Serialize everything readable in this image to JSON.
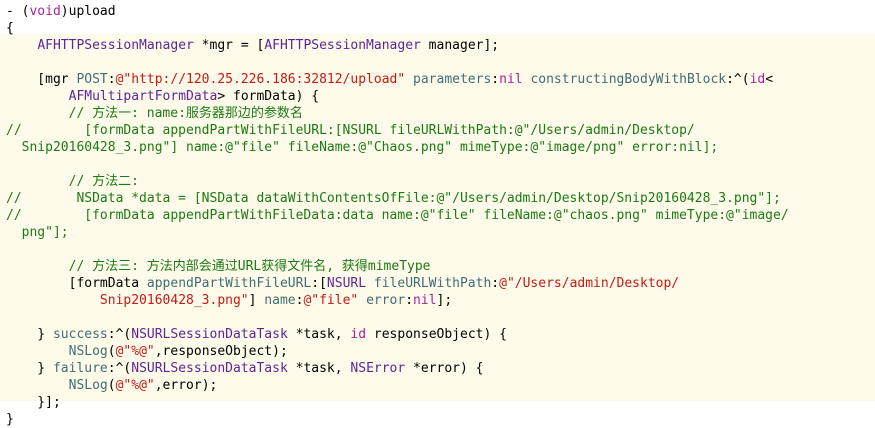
{
  "editor": {
    "lines": [
      [
        {
          "t": "- (",
          "c": "tx"
        },
        {
          "t": "void",
          "c": "kw"
        },
        {
          "t": ")upload",
          "c": "tx"
        }
      ],
      [
        {
          "t": "{",
          "c": "tx"
        }
      ],
      [
        {
          "t": "    ",
          "c": "tx"
        },
        {
          "t": "AFHTTPSessionManager",
          "c": "cls"
        },
        {
          "t": " *mgr = [",
          "c": "tx"
        },
        {
          "t": "AFHTTPSessionManager",
          "c": "cls"
        },
        {
          "t": " manager];",
          "c": "tx"
        }
      ],
      [],
      [
        {
          "t": "    [mgr ",
          "c": "tx"
        },
        {
          "t": "POST",
          "c": "fn"
        },
        {
          "t": ":",
          "c": "tx"
        },
        {
          "t": "@\"http://120.25.226.186:32812/upload\"",
          "c": "str"
        },
        {
          "t": " ",
          "c": "tx"
        },
        {
          "t": "parameters",
          "c": "fn"
        },
        {
          "t": ":",
          "c": "tx"
        },
        {
          "t": "nil",
          "c": "kw"
        },
        {
          "t": " ",
          "c": "tx"
        },
        {
          "t": "constructingBodyWithBlock",
          "c": "fn"
        },
        {
          "t": ":^(",
          "c": "tx"
        },
        {
          "t": "id",
          "c": "kw"
        },
        {
          "t": "<",
          "c": "tx"
        }
      ],
      [
        {
          "t": "        ",
          "c": "tx"
        },
        {
          "t": "AFMultipartFormData",
          "c": "cls"
        },
        {
          "t": "> formData) {",
          "c": "tx"
        }
      ],
      [
        {
          "t": "        ",
          "c": "tx"
        },
        {
          "t": "// 方法一: name:服务器那边的参数名",
          "c": "cmt"
        }
      ],
      [
        {
          "t": "//        [formData appendPartWithFileURL:[NSURL fileURLWithPath:@\"/Users/admin/Desktop/",
          "c": "cmt"
        }
      ],
      [
        {
          "t": "  Snip20160428_3.png\"] name:@\"file\" fileName:@\"Chaos.png\" mimeType:@\"image/png\" error:nil];",
          "c": "cmt"
        }
      ],
      [],
      [
        {
          "t": "        ",
          "c": "tx"
        },
        {
          "t": "// 方法二:",
          "c": "cmt"
        }
      ],
      [
        {
          "t": "//       NSData *data = [NSData dataWithContentsOfFile:@\"/Users/admin/Desktop/Snip20160428_3.png\"];",
          "c": "cmt"
        }
      ],
      [
        {
          "t": "//        [formData appendPartWithFileData:data name:@\"file\" fileName:@\"chaos.png\" mimeType:@\"image/",
          "c": "cmt"
        }
      ],
      [
        {
          "t": "  png\"];",
          "c": "cmt"
        }
      ],
      [],
      [
        {
          "t": "        ",
          "c": "tx"
        },
        {
          "t": "// 方法三: 方法内部会通过URL获得文件名, 获得mimeType",
          "c": "cmt"
        }
      ],
      [
        {
          "t": "        [formData ",
          "c": "tx"
        },
        {
          "t": "appendPartWithFileURL",
          "c": "fn"
        },
        {
          "t": ":[",
          "c": "tx"
        },
        {
          "t": "NSURL",
          "c": "cls"
        },
        {
          "t": " ",
          "c": "tx"
        },
        {
          "t": "fileURLWithPath",
          "c": "fn"
        },
        {
          "t": ":",
          "c": "tx"
        },
        {
          "t": "@\"/Users/admin/Desktop/",
          "c": "str"
        }
      ],
      [
        {
          "t": "            ",
          "c": "tx"
        },
        {
          "t": "Snip20160428_3.png\"",
          "c": "str"
        },
        {
          "t": "] ",
          "c": "tx"
        },
        {
          "t": "name",
          "c": "fn"
        },
        {
          "t": ":",
          "c": "tx"
        },
        {
          "t": "@\"file\"",
          "c": "str"
        },
        {
          "t": " ",
          "c": "tx"
        },
        {
          "t": "error",
          "c": "fn"
        },
        {
          "t": ":",
          "c": "tx"
        },
        {
          "t": "nil",
          "c": "kw"
        },
        {
          "t": "];",
          "c": "tx"
        }
      ],
      [],
      [
        {
          "t": "    } ",
          "c": "tx"
        },
        {
          "t": "success",
          "c": "fn"
        },
        {
          "t": ":^(",
          "c": "tx"
        },
        {
          "t": "NSURLSessionDataTask",
          "c": "cls"
        },
        {
          "t": " *task, ",
          "c": "tx"
        },
        {
          "t": "id",
          "c": "kw"
        },
        {
          "t": " responseObject) {",
          "c": "tx"
        }
      ],
      [
        {
          "t": "        ",
          "c": "tx"
        },
        {
          "t": "NSLog",
          "c": "fn"
        },
        {
          "t": "(",
          "c": "tx"
        },
        {
          "t": "@\"%@\"",
          "c": "str"
        },
        {
          "t": ",responseObject);",
          "c": "tx"
        }
      ],
      [
        {
          "t": "    } ",
          "c": "tx"
        },
        {
          "t": "failure",
          "c": "fn"
        },
        {
          "t": ":^(",
          "c": "tx"
        },
        {
          "t": "NSURLSessionDataTask",
          "c": "cls"
        },
        {
          "t": " *task, ",
          "c": "tx"
        },
        {
          "t": "NSError",
          "c": "cls"
        },
        {
          "t": " *error) {",
          "c": "tx"
        }
      ],
      [
        {
          "t": "        ",
          "c": "tx"
        },
        {
          "t": "NSLog",
          "c": "fn"
        },
        {
          "t": "(",
          "c": "tx"
        },
        {
          "t": "@\"%@\"",
          "c": "str"
        },
        {
          "t": ",error);",
          "c": "tx"
        }
      ],
      [
        {
          "t": "    }];",
          "c": "tx"
        }
      ],
      [
        {
          "t": "}",
          "c": "tx"
        }
      ]
    ]
  },
  "colors": {
    "background": "#ffffff",
    "highlight": "#fffbea",
    "keyword": "#a7249a",
    "string": "#c41a16",
    "class": "#5c2699",
    "comment": "#1b7a17",
    "method": "#3f6e74",
    "text": "#000000"
  }
}
